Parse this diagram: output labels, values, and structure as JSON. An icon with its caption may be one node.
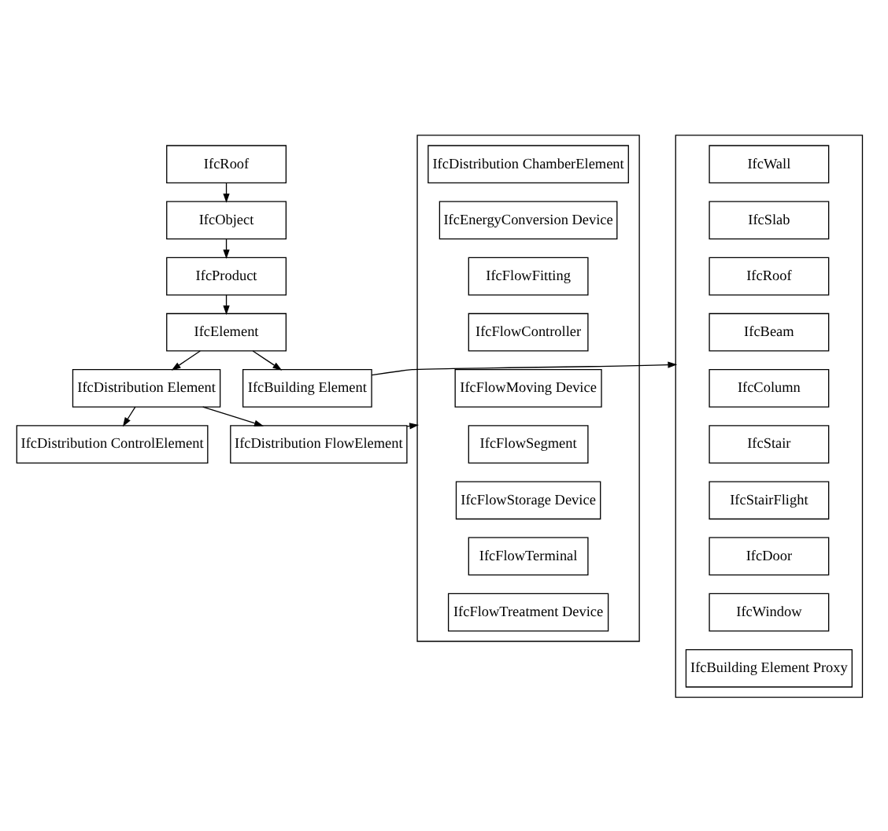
{
  "diagram": {
    "nodes": [
      {
        "text": [
          "IfcRoof"
        ]
      },
      {
        "text": [
          "IfcObject"
        ]
      },
      {
        "text": [
          "IfcProduct"
        ]
      },
      {
        "text": [
          "IfcElement"
        ]
      },
      {
        "text": [
          "IfcDistribution Element"
        ]
      },
      {
        "text": [
          "IfcDistribution ControlElement"
        ]
      },
      {
        "text": [
          "IfcDistribution FlowElement"
        ]
      },
      {
        "text": [
          "IfcBuilding Element"
        ]
      },
      {
        "text": [],
        "shape": "box"
      },
      {
        "text": [
          "IfcDistribution ChamberElement"
        ],
        "in": 8
      },
      {
        "text": [
          "IfcEnergyConversion Device"
        ],
        "in": 8
      },
      {
        "text": [
          "IfcFlowFitting"
        ],
        "in": 8
      },
      {
        "text": [
          "IfcFlowController"
        ],
        "in": 8
      },
      {
        "text": [
          "IfcFlowMoving Device"
        ],
        "in": 8
      },
      {
        "text": [
          "IfcFlowSegment"
        ],
        "in": 8
      },
      {
        "text": [
          "IfcFlowStorage Device"
        ],
        "in": 8
      },
      {
        "text": [
          "IfcFlowTerminal"
        ],
        "in": 8
      },
      {
        "text": [
          "IfcFlowTreatment Device"
        ],
        "in": 8
      },
      {
        "text": [],
        "shape": "box"
      },
      {
        "text": [
          "IfcWall"
        ],
        "in": 18
      },
      {
        "text": [
          "IfcSlab"
        ],
        "in": 18
      },
      {
        "text": [
          "IfcRoof"
        ],
        "in": 18
      },
      {
        "text": [
          "IfcBeam"
        ],
        "in": 18
      },
      {
        "text": [
          "IfcColumn"
        ],
        "in": 18
      },
      {
        "text": [
          "IfcStair"
        ],
        "in": 18
      },
      {
        "text": [
          "IfcStairFlight"
        ],
        "in": 18
      },
      {
        "text": [
          "IfcDoor"
        ],
        "in": 18
      },
      {
        "text": [
          "IfcWindow"
        ],
        "in": 18
      },
      {
        "text": [
          "IfcBuilding Element Proxy"
        ],
        "in": 18
      }
    ],
    "edges": [
      {
        "from": 0,
        "to": 1,
        "arrow": "to"
      },
      {
        "from": 1,
        "to": 2,
        "arrow": "to"
      },
      {
        "from": 2,
        "to": 3,
        "arrow": "to"
      },
      {
        "from": 3,
        "to": 4,
        "arrow": "to"
      },
      {
        "from": 3,
        "to": 7,
        "arrow": "to"
      },
      {
        "from": 4,
        "to": 5,
        "arrow": "to"
      },
      {
        "from": 4,
        "to": 6,
        "arrow": "to"
      },
      {
        "from": 6,
        "to": 8,
        "arrow": "to"
      },
      {
        "from": 7,
        "to": 18,
        "arrow": "to"
      }
    ]
  }
}
